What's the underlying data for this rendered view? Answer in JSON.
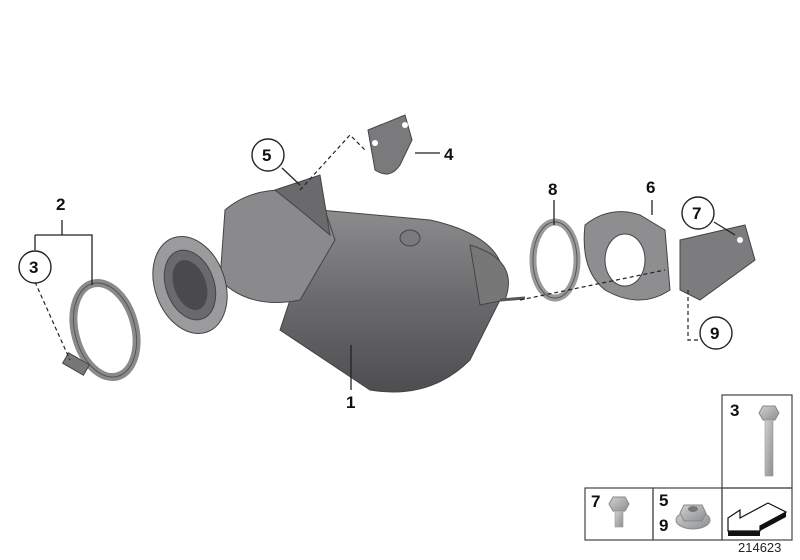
{
  "diagram_number": "214623",
  "callouts": {
    "c1": "1",
    "c2": "2",
    "c3": "3",
    "c4": "4",
    "c5": "5",
    "c6": "6",
    "c7": "7",
    "c8": "8",
    "c9": "9"
  },
  "legend": {
    "bolt_long": "3",
    "bolt_short": "7",
    "nut_a": "5",
    "nut_b": "9"
  },
  "colors": {
    "part_dark": "#6e6e70",
    "part_light": "#a9a9ab",
    "hardware": "#b5b7ba"
  }
}
